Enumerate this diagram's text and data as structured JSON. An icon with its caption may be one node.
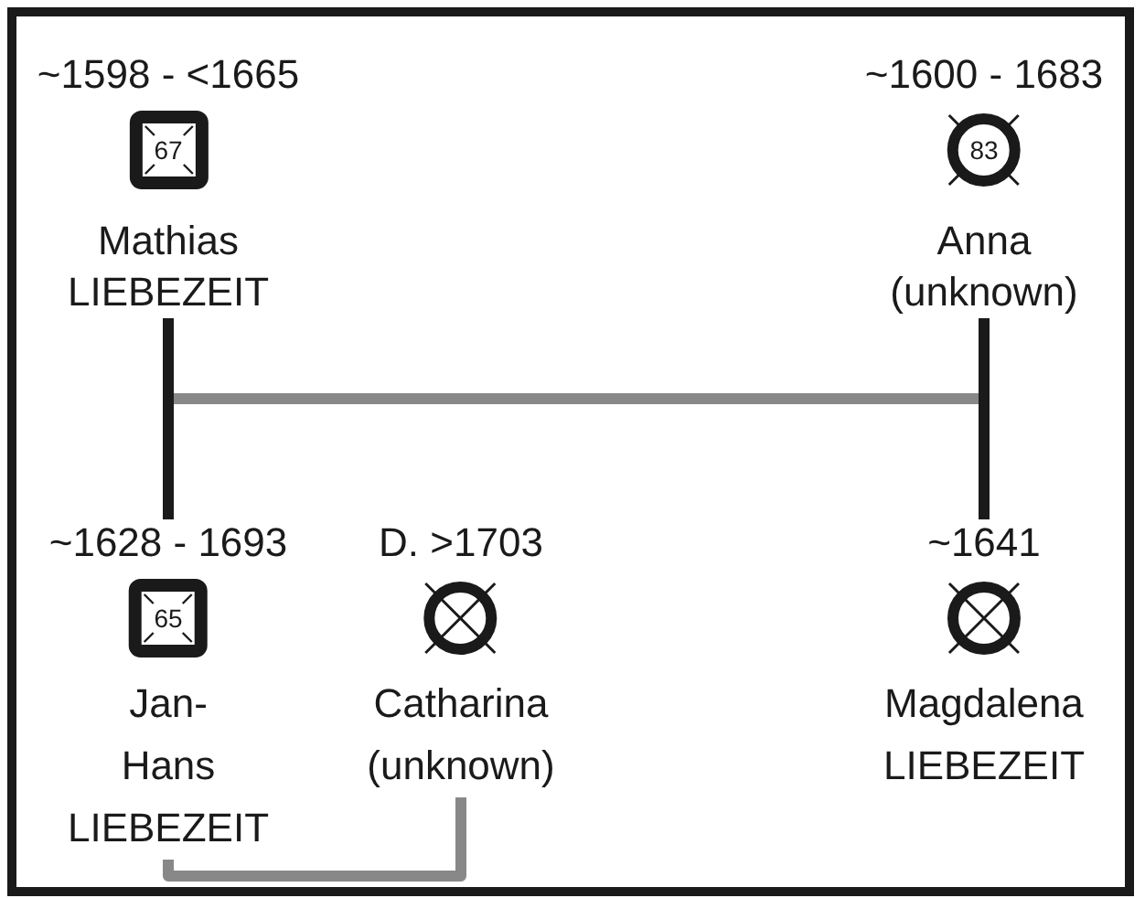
{
  "diagram": {
    "nodes": [
      {
        "text": [
          "~1598 - <1665",
          "67",
          "Mathias LIEBEZEIT"
        ]
      },
      {
        "text": [
          "~1600 - 1683",
          "83",
          "Anna (unknown)"
        ]
      },
      {
        "text": [
          "~1628 - 1693",
          "65",
          "Jan- Hans LIEBEZEIT"
        ]
      },
      {
        "text": [
          "D. >1703",
          "Catharina (unknown)"
        ]
      },
      {
        "text": [
          "~1641",
          "Magdalena LIEBEZEIT"
        ]
      }
    ],
    "edges": [
      {
        "from": 0,
        "to": 1,
        "arrow": "none",
        "color": "#888888"
      },
      {
        "from": 0,
        "to": 2,
        "arrow": "none",
        "color": "#1a1a1a"
      },
      {
        "from": 1,
        "to": 4,
        "arrow": "none",
        "color": "#1a1a1a"
      },
      {
        "from": 2,
        "to": 3,
        "arrow": "none",
        "color": "#888888"
      }
    ]
  }
}
